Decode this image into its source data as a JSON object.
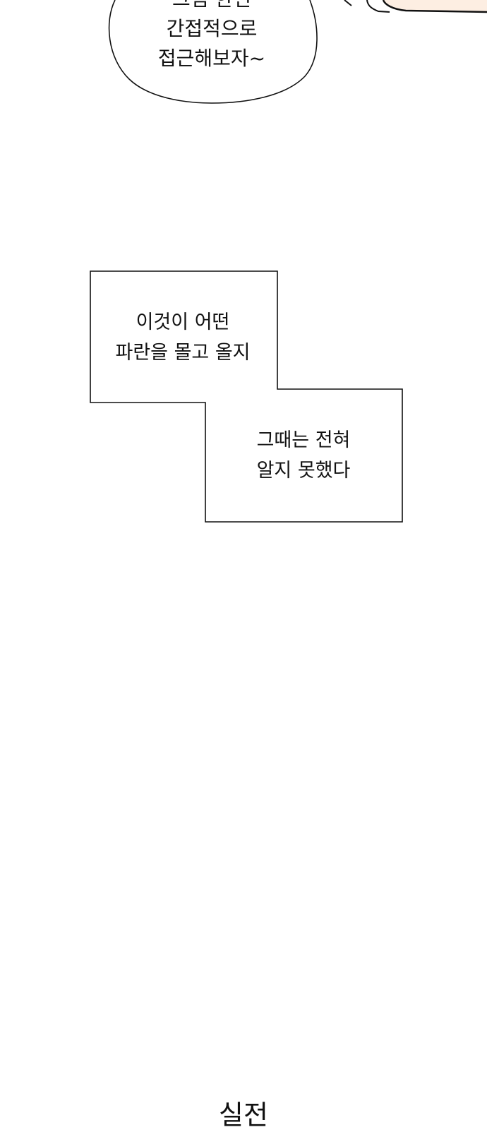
{
  "speech_bubble": {
    "lines": [
      "그럼 한번",
      "간접적으로",
      "접근해보자~"
    ]
  },
  "caption_box_1": {
    "lines": [
      "이것이 어떤",
      "파란을 몰고 올지"
    ]
  },
  "caption_box_2": {
    "lines": [
      "그때는 전혀",
      "알지 못했다"
    ]
  },
  "bottom_title": "실전",
  "colors": {
    "background": "#ffffff",
    "line": "#111111",
    "skin": "#fdeee2"
  }
}
